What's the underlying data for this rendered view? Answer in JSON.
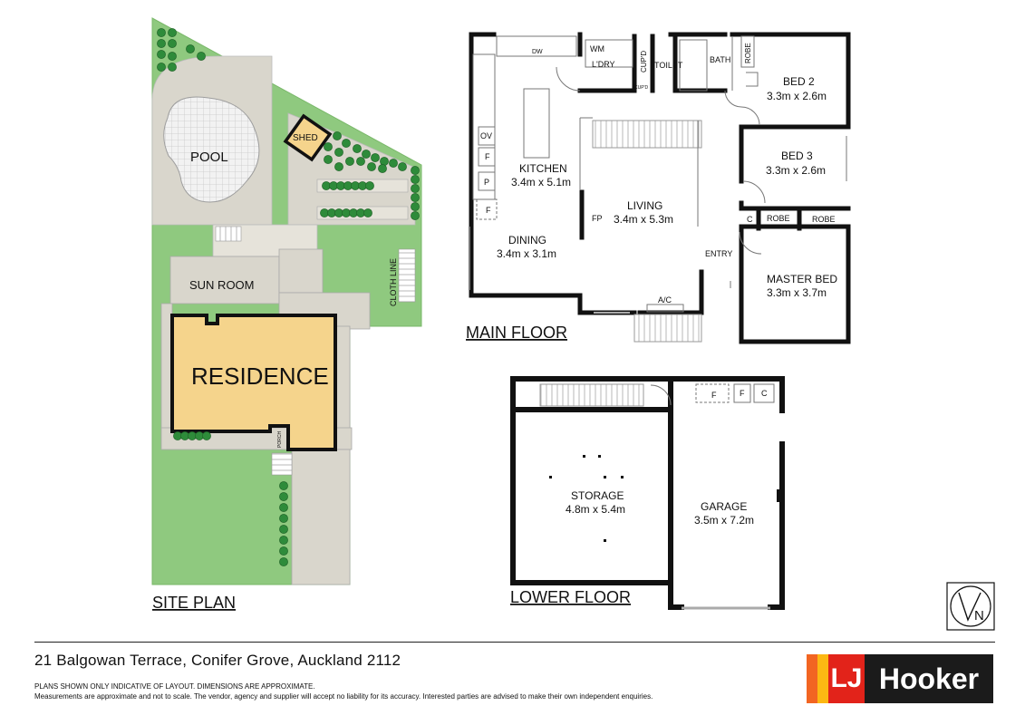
{
  "site_plan": {
    "title": "SITE PLAN",
    "pool": "POOL",
    "shed": "SHED",
    "sun_room": "SUN ROOM",
    "residence": "RESIDENCE",
    "cloth_line": "CLOTH LINE",
    "porch": "PORCH",
    "colors": {
      "lawn": "#8fc97f",
      "paving": "#d9d6cc",
      "residence": "#f5d48c",
      "shed": "#f5d48c",
      "hedge": "#2e8b3a"
    }
  },
  "main_floor": {
    "title": "MAIN FLOOR",
    "wm": "WM",
    "dw": "DW",
    "laundry": "L'DRY",
    "cupd": "CUP'D",
    "cupd2": "CUP'D",
    "toilet": "TOILET",
    "bath": "BATH",
    "robe_bed2": "ROBE",
    "bed2_name": "BED 2",
    "bed2_size": "3.3m x 2.6m",
    "bed3_name": "BED 3",
    "bed3_size": "3.3m x 2.6m",
    "kitchen_name": "KITCHEN",
    "kitchen_size": "3.4m x 5.1m",
    "ov": "OV",
    "f1": "F",
    "p": "P",
    "f2": "F",
    "fp": "FP",
    "living_name": "LIVING",
    "living_size": "3.4m x 5.3m",
    "c": "C",
    "robe1": "ROBE",
    "robe2": "ROBE",
    "dining_name": "DINING",
    "dining_size": "3.4m x 3.1m",
    "entry": "ENTRY",
    "master_name": "MASTER BED",
    "master_size": "3.3m x 3.7m",
    "ac": "A/C"
  },
  "lower_floor": {
    "title": "LOWER FLOOR",
    "f1": "F",
    "f2": "F",
    "c": "C",
    "storage_name": "STORAGE",
    "storage_size": "4.8m x 5.4m",
    "garage_name": "GARAGE",
    "garage_size": "3.5m x 7.2m"
  },
  "compass": {
    "letter": "N"
  },
  "footer": {
    "address": "21 Balgowan Terrace, Conifer Grove, Auckland 2112",
    "disclaimer_1": "PLANS SHOWN ONLY INDICATIVE OF LAYOUT. DIMENSIONS ARE APPROXIMATE.",
    "disclaimer_2": "Measurements are approximate and not to scale. The vendor, agency and supplier will accept no liability for its accuracy. Interested parties are advised to make their own independent enquiries.",
    "logo_lj": "LJ",
    "logo_hooker": "Hooker"
  }
}
